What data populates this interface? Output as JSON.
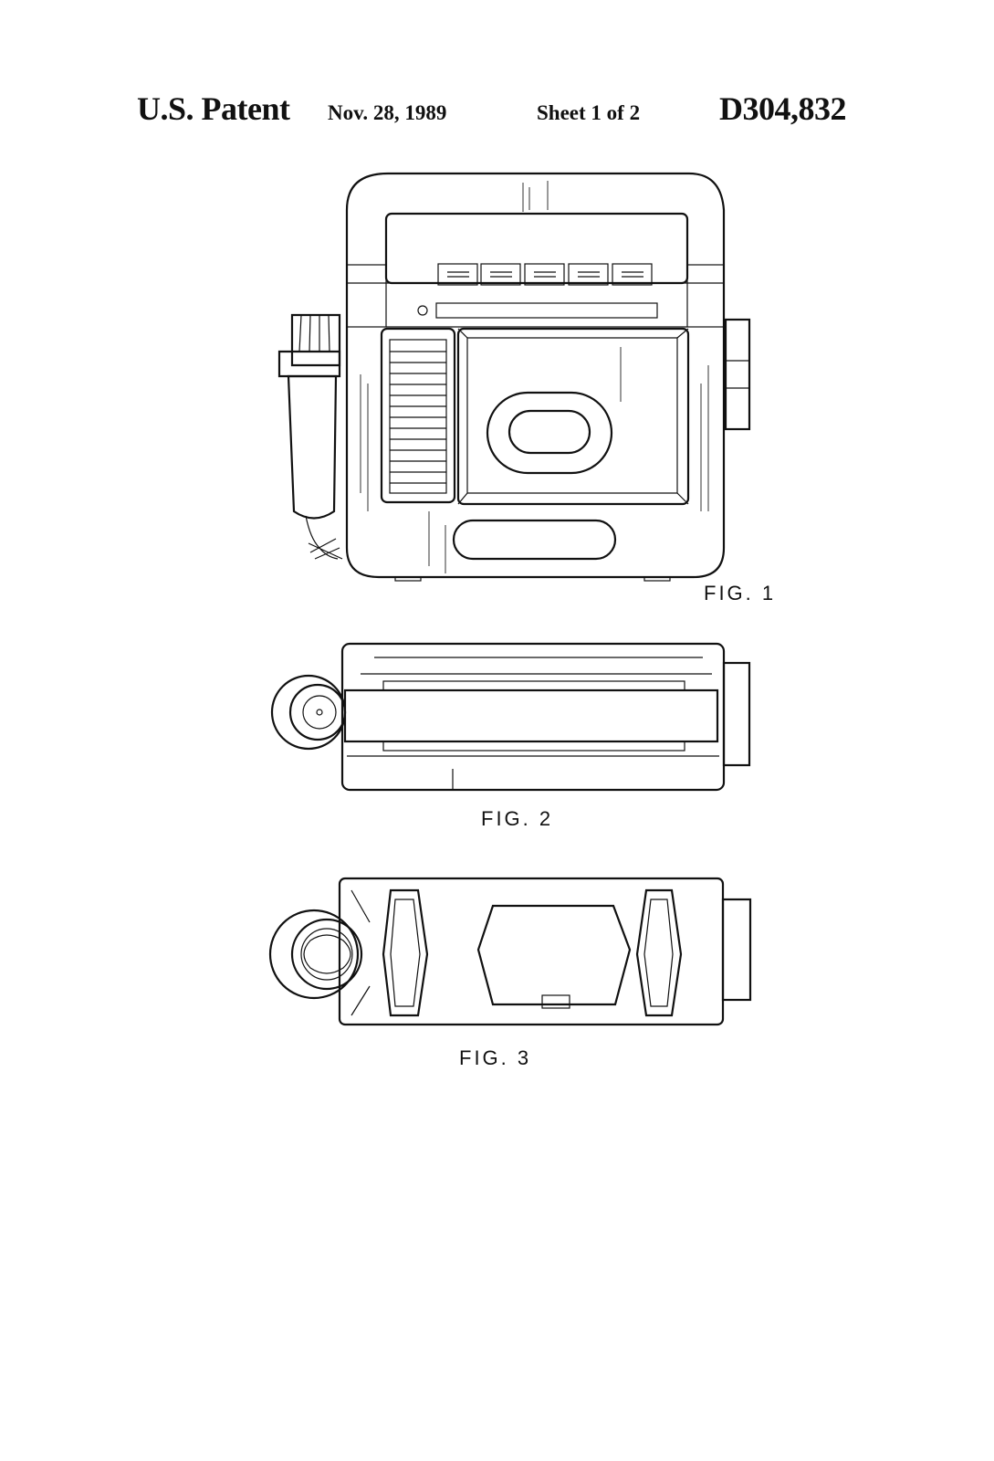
{
  "header": {
    "title": "U.S. Patent",
    "date": "Nov. 28, 1989",
    "sheet": "Sheet 1 of 2",
    "patent_number": "D304,832"
  },
  "figures": {
    "fig1_label": "FIG. 1",
    "fig2_label": "FIG. 2",
    "fig3_label": "FIG. 3"
  },
  "colors": {
    "ink": "#111111",
    "paper": "#ffffff"
  }
}
